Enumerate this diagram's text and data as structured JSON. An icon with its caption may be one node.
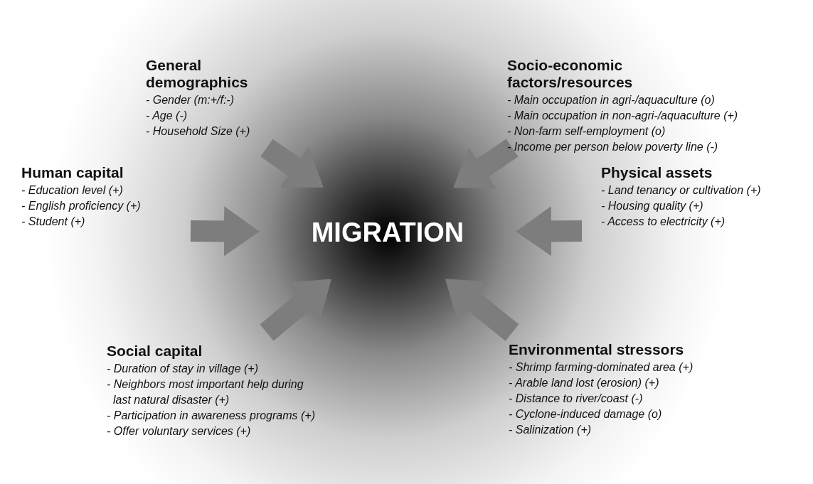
{
  "diagram": {
    "nodes": [
      {
        "text": [
          "General demographics",
          "- Gender (m:+/f:-)",
          "- Age (-)",
          "- Household Size (+)"
        ]
      },
      {
        "text": [
          "Socio-economic factors/resources",
          "- Main occupation in agri-/aquaculture (o)",
          "- Main occupation in non-agri-/aquaculture (+)",
          "- Non-farm self-employment (o)",
          "- Income per person below poverty line (-)"
        ]
      },
      {
        "text": [
          "Human capital",
          "- Education level (+)",
          "- English proficiency (+)",
          "- Student (+)"
        ]
      },
      {
        "text": [
          "MIGRATION"
        ]
      },
      {
        "text": [
          "Physical assets",
          "- Land tenancy or cultivation (+)",
          "- Housing quality (+)",
          "- Access to electricity (+)"
        ]
      },
      {
        "text": [
          "Social capital",
          "- Duration of stay in village (+)",
          "- Neighbors most important help during last natural disaster (+)",
          "- Participation in awareness programs (+)",
          "- Offer voluntary services (+)"
        ]
      },
      {
        "text": [
          "Environmental stressors",
          "- Shrimp farming-dominated area (+)",
          "- Arable land lost (erosion) (+)",
          "- Distance to river/coast (-)",
          "- Cyclone-induced damage (o)",
          "- Salinization (+)"
        ]
      }
    ],
    "edges": [
      {
        "from": 0,
        "to": 3,
        "arrow": "to"
      },
      {
        "from": 1,
        "to": 3,
        "arrow": "to"
      },
      {
        "from": 2,
        "to": 3,
        "arrow": "to"
      },
      {
        "from": 4,
        "to": 3,
        "arrow": "to"
      },
      {
        "from": 5,
        "to": 3,
        "arrow": "to"
      },
      {
        "from": 6,
        "to": 3,
        "arrow": "to"
      }
    ]
  }
}
